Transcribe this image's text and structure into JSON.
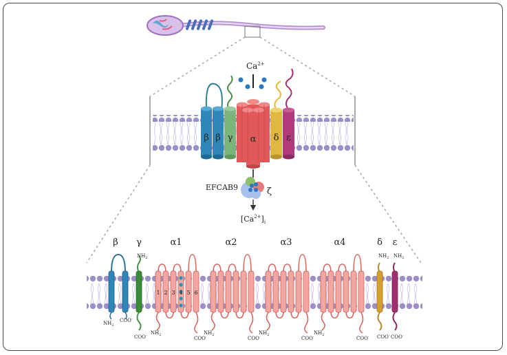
{
  "top_complex": {
    "ion_label": "Ca",
    "ion_charge": "2+",
    "subunits": {
      "beta1": "β",
      "beta2": "β",
      "gamma": "γ",
      "alpha": "α",
      "delta": "δ",
      "epsilon": "ε"
    },
    "efcab9": "EFCAB9",
    "zeta": "ζ",
    "ca_i_open": "[Ca",
    "ca_i_charge": "2+",
    "ca_i_close": "]",
    "ca_i_sub": "i"
  },
  "bottom_topology": {
    "labels": {
      "beta": "β",
      "gamma": "γ",
      "alpha1": "α1",
      "alpha2": "α2",
      "alpha3": "α3",
      "alpha4": "α4",
      "delta": "δ",
      "epsilon": "ε"
    },
    "segments": [
      "1",
      "2",
      "3",
      "4",
      "5",
      "6"
    ],
    "termini": {
      "nh": "NH",
      "two": "2",
      "coo": "COO",
      "minus": "-"
    }
  },
  "colors": {
    "membrane_head": "#9c8fc9",
    "membrane_tail": "#c9bde6",
    "beta": "#2f86b8",
    "gamma": "#4a8f4a",
    "alpha": "#e05a5a",
    "alpha_repeat": "#f2a6a0",
    "delta": "#d6a030",
    "epsilon": "#a03070",
    "calcium": "#2a78c4"
  }
}
